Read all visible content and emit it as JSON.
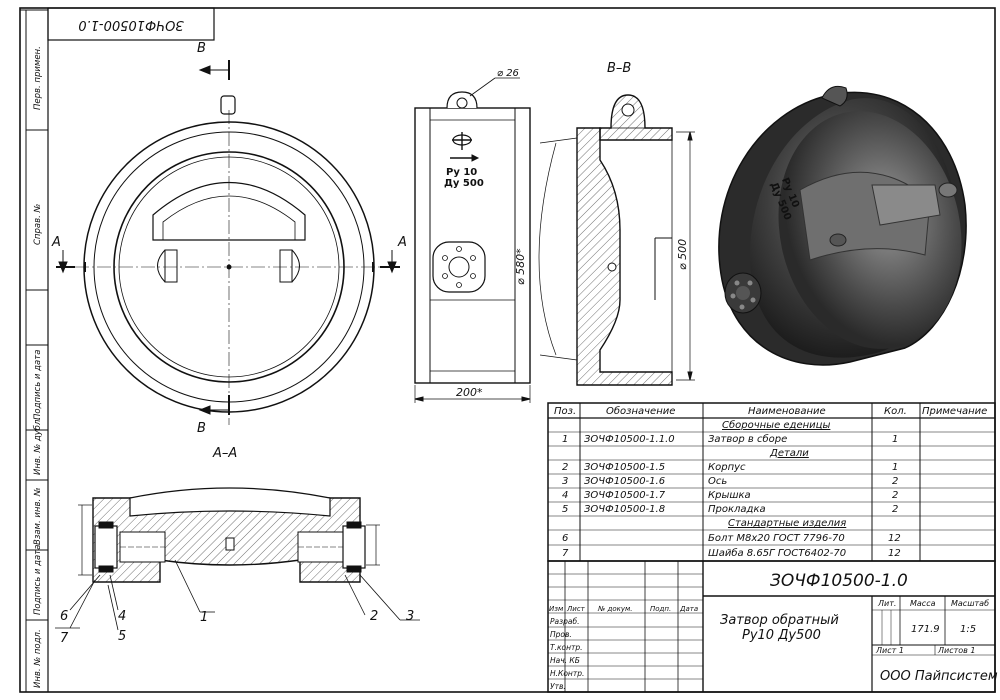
{
  "stamp_code": "ЗОЧФ10500-1.0",
  "side_labels": [
    "Перв. примен.",
    "Справ. №",
    "Подпись и дата",
    "Инв. № дубл.",
    "Взам. инв. №",
    "Подпись и дата",
    "Инв. № подл."
  ],
  "section_labels": {
    "b_top": "B",
    "b_bottom": "B",
    "a_left": "A",
    "a_right": "A",
    "aa_title": "A–A",
    "bb_title": "B–B"
  },
  "dims": {
    "hole": "⌀ 26",
    "length": "200*",
    "outer": "⌀ 580*",
    "inner": "⌀ 500"
  },
  "marking": {
    "pressure": "Ру 10",
    "size": "Ду 500"
  },
  "callouts": [
    "1",
    "2",
    "3",
    "4",
    "5",
    "6",
    "7"
  ],
  "spec": {
    "headers": [
      "Поз.",
      "Обозначение",
      "Наименование",
      "Кол.",
      "Примечание"
    ],
    "rows": [
      {
        "type": "section",
        "name": "Сборочные еденицы"
      },
      {
        "pos": "1",
        "code": "ЗОЧФ10500-1.1.0",
        "name": "Затвор в сборе",
        "qty": "1"
      },
      {
        "type": "section",
        "name": "Детали"
      },
      {
        "pos": "2",
        "code": "ЗОЧФ10500-1.5",
        "name": "Корпус",
        "qty": "1"
      },
      {
        "pos": "3",
        "code": "ЗОЧФ10500-1.6",
        "name": "Ось",
        "qty": "2"
      },
      {
        "pos": "4",
        "code": "ЗОЧФ10500-1.7",
        "name": "Крышка",
        "qty": "2"
      },
      {
        "pos": "5",
        "code": "ЗОЧФ10500-1.8",
        "name": "Прокладка",
        "qty": "2"
      },
      {
        "type": "section",
        "name": "Стандартные изделия"
      },
      {
        "pos": "6",
        "code": "",
        "name": "Болт М8х20 ГОСТ 7796-70",
        "qty": "12"
      },
      {
        "pos": "7",
        "code": "",
        "name": "Шайба 8.65Г ГОСТ6402-70",
        "qty": "12"
      }
    ]
  },
  "title_block": {
    "doc_code": "ЗОЧФ10500-1.0",
    "name_line1": "Затвор обратный",
    "name_line2": "Ру10 Ду500",
    "col_headers": [
      "Изм",
      "Лист",
      "№ докум.",
      "Подп.",
      "Дата"
    ],
    "roles": [
      "Разраб.",
      "Пров.",
      "Т.контр.",
      "Нач. КБ",
      "Н.Контр.",
      "Утв."
    ],
    "lit_label": "Лит.",
    "mass_label": "Масса",
    "scale_label": "Масштаб",
    "mass": "171.9",
    "scale": "1:5",
    "sheet": "Лист 1",
    "sheets": "Листов 1",
    "company": "ООО Пайпсистем"
  }
}
